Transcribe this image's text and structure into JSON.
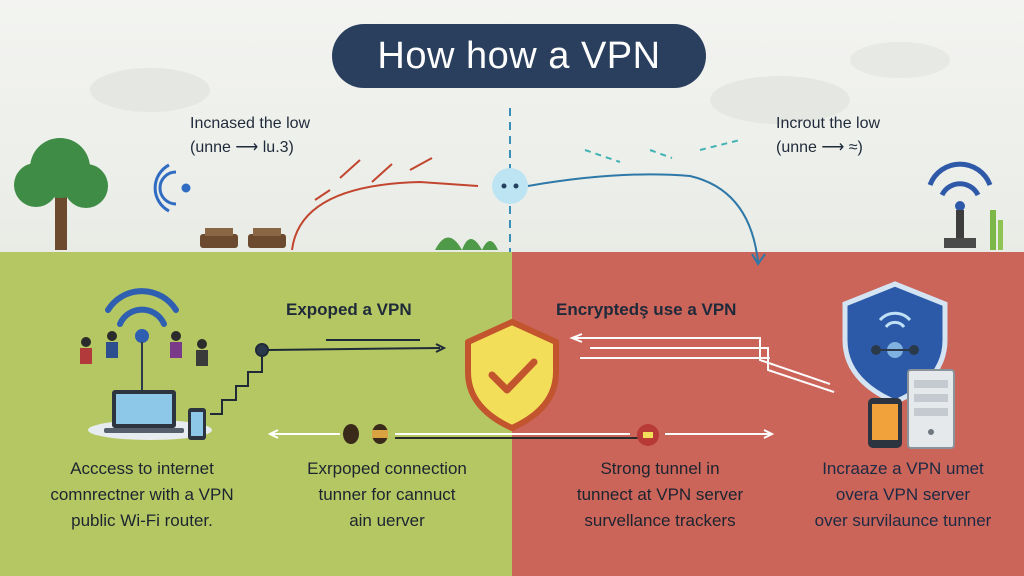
{
  "title": "How how a VPN",
  "sky": {
    "left_label": [
      "Incnased the low",
      "(unne ⟶ lu.3)"
    ],
    "right_label": [
      "Incrout the low",
      "(unne ⟶ ≈)"
    ]
  },
  "left_panel": {
    "heading": "Expoped a VPN",
    "caption_left": [
      "Acccess to internet",
      "comnrectner with a VPN",
      "public Wi-Fi router."
    ],
    "caption_center": [
      "Exrpoped connection",
      "tunner for cannuct",
      "ain uerver"
    ]
  },
  "right_panel": {
    "heading": "Encryptedş use a VPN",
    "caption_center": [
      "Strong tunnel in",
      "tunnect at VPN server",
      "survellance trackers"
    ],
    "caption_right": [
      "Incraaze a VPN umet",
      "overa VPN server",
      "over survilaunce tunner"
    ]
  },
  "colors": {
    "title_bg": "#2a3f5e",
    "left_panel": "#b5c763",
    "right_panel": "#cb6459",
    "shield_fill": "#f2de58",
    "shield_stroke": "#c2542e",
    "wifi_blue": "#2f5fb0"
  },
  "icons": [
    "tree-icon",
    "wifi-signal-icon",
    "laptop-icon",
    "phone-icon",
    "people-icon",
    "shield-check-icon",
    "vpn-shield-icon",
    "server-icon",
    "wifi-tower-icon",
    "tunnel-node-icon"
  ]
}
